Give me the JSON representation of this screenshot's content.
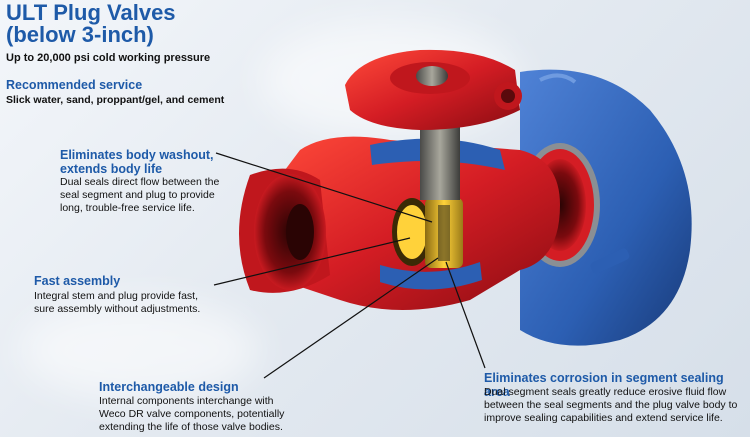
{
  "title": "ULT Plug Valves (below 3-inch)",
  "subtitle": "Up to 20,000 psi cold working pressure",
  "recommended": {
    "heading": "Recommended service",
    "text": "Slick water, sand, proppant/gel, and cement"
  },
  "features": [
    {
      "heading": "Eliminates body washout, extends body life",
      "text": "Dual seals direct flow between the seal segment and plug to provide long, trouble-free service life."
    },
    {
      "heading": "Fast assembly",
      "text": "Integral stem and plug provide fast, sure assembly without adjustments."
    },
    {
      "heading": "Interchangeable design",
      "text": "Internal components interchange with Weco DR valve components, potentially extending the life of those valve bodies."
    },
    {
      "heading": "Eliminates corrosion in segment sealing area",
      "text": "Dual segment seals greatly reduce erosive fluid flow between the seal segments and the plug valve body to improve sealing capabilities and extend service life."
    }
  ],
  "colors": {
    "heading_blue": "#1e5aa8",
    "valve_red": "#d41d24",
    "union_blue": "#2c5fb3"
  }
}
